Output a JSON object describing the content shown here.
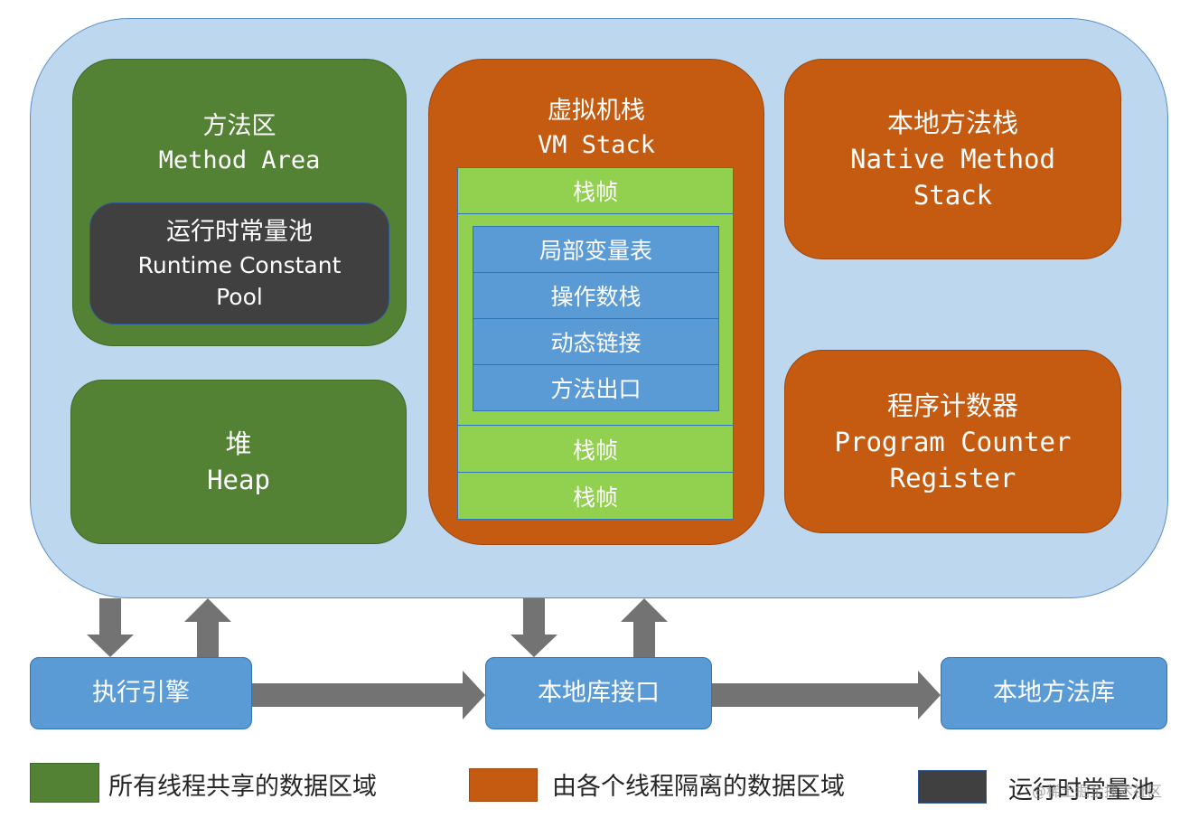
{
  "method_area": {
    "zh": "方法区",
    "en": "Method Area"
  },
  "runtime_constant_pool": {
    "zh": "运行时常量池",
    "en_line1": "Runtime Constant",
    "en_line2": "Pool"
  },
  "heap": {
    "zh": "堆",
    "en": "Heap"
  },
  "vm_stack": {
    "zh": "虚拟机栈",
    "en": "VM Stack",
    "frame_label": "栈帧",
    "frame_items": [
      "局部变量表",
      "操作数栈",
      "动态链接",
      "方法出口"
    ]
  },
  "native_method_stack": {
    "zh": "本地方法栈",
    "en_line1": "Native Method",
    "en_line2": "Stack"
  },
  "program_counter": {
    "zh": "程序计数器",
    "en_line1": "Program Counter",
    "en_line2": "Register"
  },
  "bottom": {
    "execution_engine": "执行引擎",
    "native_interface": "本地库接口",
    "native_library": "本地方法库"
  },
  "legend": {
    "shared": "所有线程共享的数据区域",
    "isolated": "由各个线程隔离的数据区域",
    "constant_pool": "运行时常量池"
  },
  "watermark": "@稀土掘金技术社区",
  "colors": {
    "runtime_bg": "#bdd7ee",
    "shared_green": "#548235",
    "isolated_orange": "#c55a11",
    "constant_pool_dark": "#404040",
    "frame_green": "#92d050",
    "frame_item_blue": "#5b9bd5",
    "arrow_gray": "#737373"
  }
}
